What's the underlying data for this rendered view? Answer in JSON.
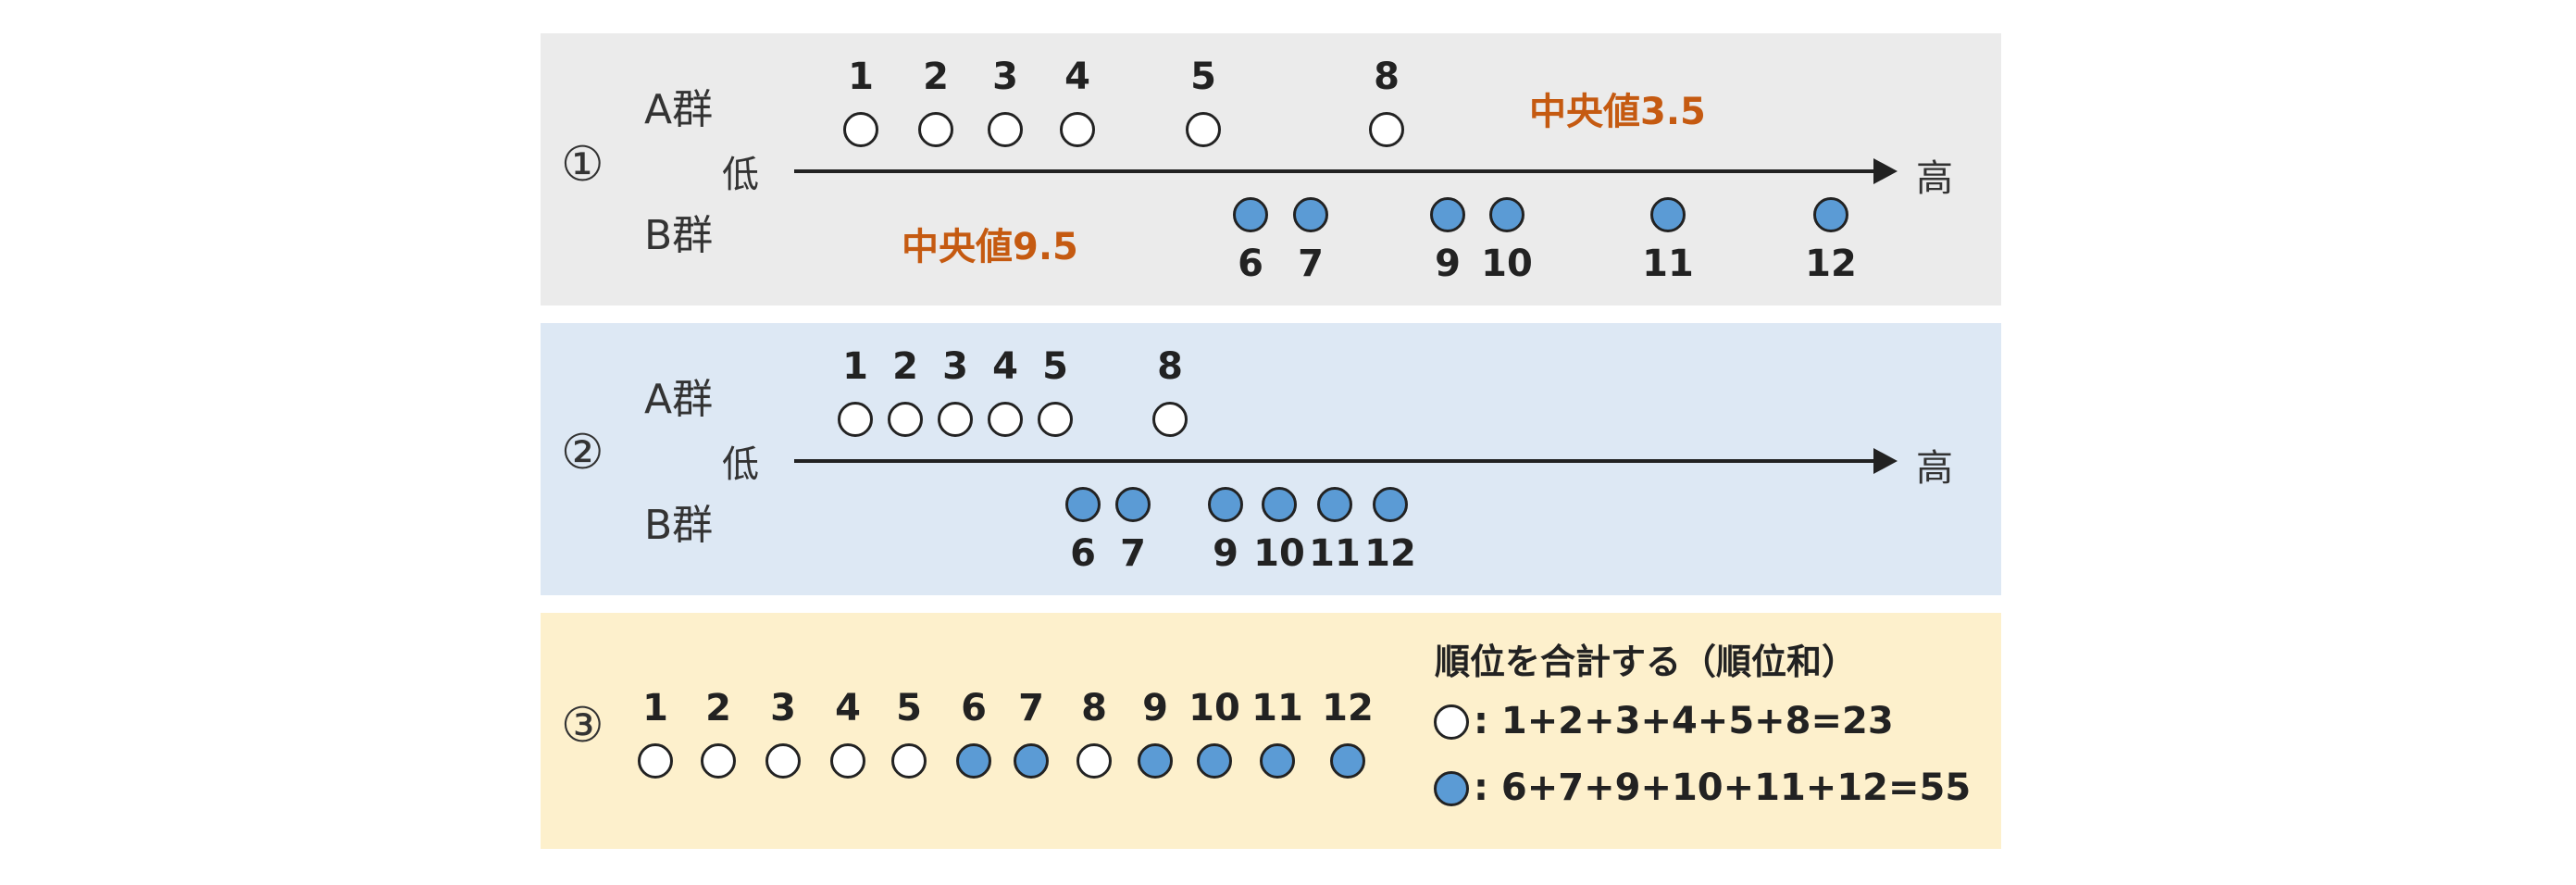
{
  "colors": {
    "panel1_bg": "#ebebeb",
    "panel2_bg": "#dde8f4",
    "panel3_bg": "#fdf0cc",
    "group_b_fill": "#5b9bd5",
    "group_a_fill": "#ffffff",
    "median_text": "#c55a11"
  },
  "icons": {
    "group_a_marker": "open-circle-icon",
    "group_b_marker": "filled-blue-circle-icon"
  },
  "labels": {
    "group_a": "A群",
    "group_b": "B群",
    "low": "低",
    "high": "高"
  },
  "panels": [
    {
      "marker": "①",
      "group_a_ranks": [
        "1",
        "2",
        "3",
        "4",
        "5",
        "8"
      ],
      "group_b_ranks": [
        "6",
        "7",
        "9",
        "10",
        "11",
        "12"
      ],
      "median_a": "中央値3.5",
      "median_b": "中央値9.5"
    },
    {
      "marker": "②",
      "group_a_ranks": [
        "1",
        "2",
        "3",
        "4",
        "5",
        "8"
      ],
      "group_b_ranks": [
        "6",
        "7",
        "9",
        "10",
        "11",
        "12"
      ]
    },
    {
      "marker": "③",
      "ranks": [
        "1",
        "2",
        "3",
        "4",
        "5",
        "6",
        "7",
        "8",
        "9",
        "10",
        "11",
        "12"
      ],
      "rank_groups": [
        "A",
        "A",
        "A",
        "A",
        "A",
        "B",
        "B",
        "A",
        "B",
        "B",
        "B",
        "B"
      ],
      "sum_title": "順位を合計する（順位和）",
      "sum_a": ": 1+2+3+4+5+8=23",
      "sum_b": ": 6+7+9+10+11+12=55"
    }
  ]
}
